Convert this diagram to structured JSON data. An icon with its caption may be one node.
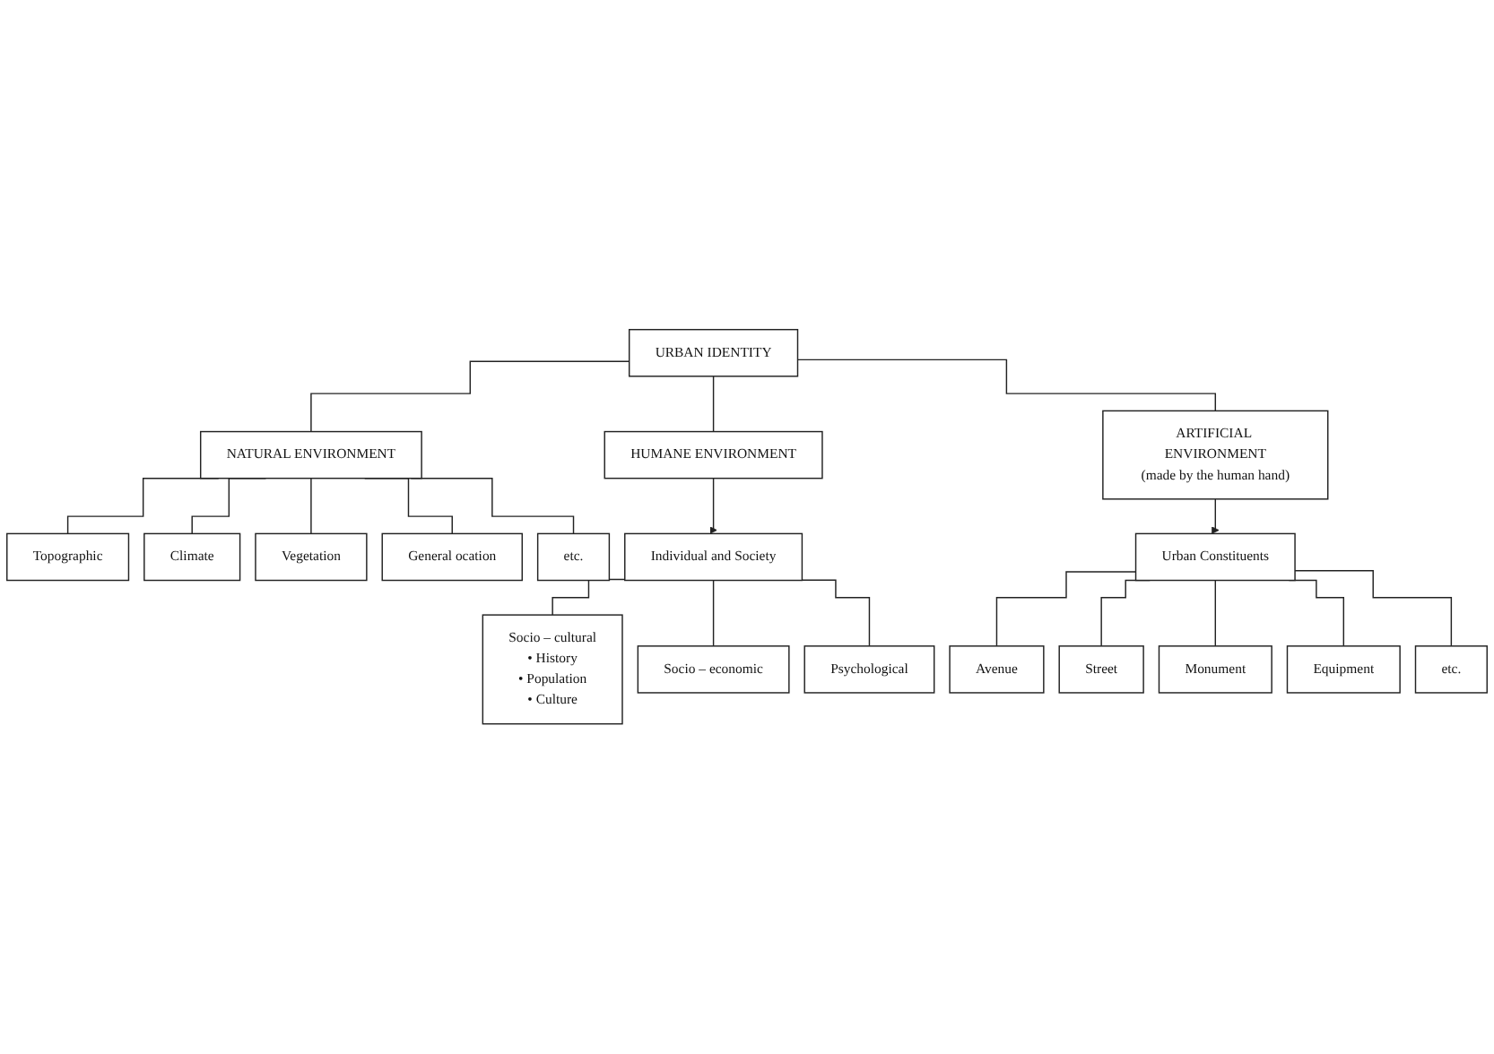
{
  "diagram": {
    "nodes": [
      {
        "text": [
          "URBAN IDENTITY"
        ]
      },
      {
        "text": [
          "NATURAL ENVIRONMENT"
        ]
      },
      {
        "text": [
          "HUMANE ENVIRONMENT"
        ]
      },
      {
        "text": [
          "ARTIFICIAL ENVIRONMENT",
          "(made by the human hand)"
        ]
      },
      {
        "text": [
          "Topographic"
        ]
      },
      {
        "text": [
          "Climate"
        ]
      },
      {
        "text": [
          "Vegetation"
        ]
      },
      {
        "text": [
          "General ocation"
        ]
      },
      {
        "text": [
          "etc."
        ]
      },
      {
        "text": [
          "Individual and Society"
        ]
      },
      {
        "text": [
          "Socio – cultural",
          "• History",
          "• Population",
          "• Culture"
        ]
      },
      {
        "text": [
          "Socio – economic"
        ]
      },
      {
        "text": [
          "Psychological"
        ]
      },
      {
        "text": [
          "Urban Constituents"
        ]
      },
      {
        "text": [
          "Avenue"
        ]
      },
      {
        "text": [
          "Street"
        ]
      },
      {
        "text": [
          "Monument"
        ]
      },
      {
        "text": [
          "Equipment"
        ]
      },
      {
        "text": [
          "etc."
        ]
      }
    ],
    "edges": [
      {
        "from": 0,
        "to": 1,
        "arrow": "none"
      },
      {
        "from": 0,
        "to": 2,
        "arrow": "none"
      },
      {
        "from": 0,
        "to": 3,
        "arrow": "none"
      },
      {
        "from": 1,
        "to": 4,
        "arrow": "none"
      },
      {
        "from": 1,
        "to": 5,
        "arrow": "none"
      },
      {
        "from": 1,
        "to": 6,
        "arrow": "none"
      },
      {
        "from": 1,
        "to": 7,
        "arrow": "none"
      },
      {
        "from": 1,
        "to": 8,
        "arrow": "none"
      },
      {
        "from": 2,
        "to": 9,
        "arrow": "to"
      },
      {
        "from": 9,
        "to": 10,
        "arrow": "none"
      },
      {
        "from": 9,
        "to": 11,
        "arrow": "none"
      },
      {
        "from": 9,
        "to": 12,
        "arrow": "none"
      },
      {
        "from": 3,
        "to": 13,
        "arrow": "to"
      },
      {
        "from": 13,
        "to": 14,
        "arrow": "none"
      },
      {
        "from": 13,
        "to": 15,
        "arrow": "none"
      },
      {
        "from": 13,
        "to": 16,
        "arrow": "none"
      },
      {
        "from": 13,
        "to": 17,
        "arrow": "none"
      },
      {
        "from": 13,
        "to": 18,
        "arrow": "none"
      }
    ]
  }
}
